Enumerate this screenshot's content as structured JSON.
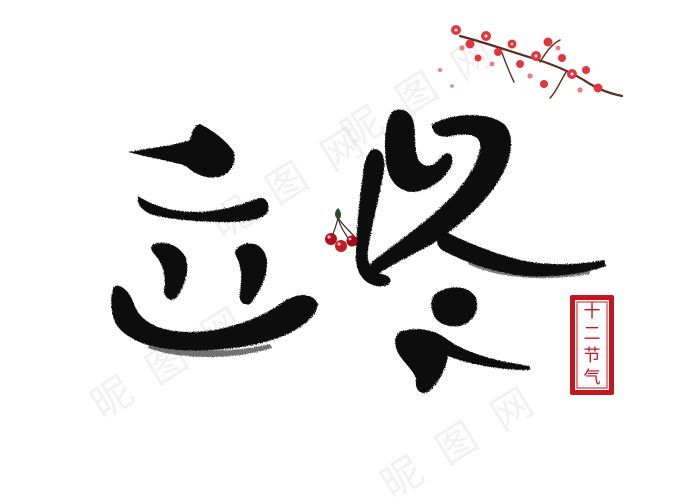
{
  "artwork": {
    "calligraphy_title": "立冬",
    "seal_characters": [
      "十",
      "二",
      "节",
      "气"
    ],
    "watermark_text": "昵图网"
  },
  "colors": {
    "ink": "#0d0d0d",
    "seal_red": "#c4161c",
    "blossom_red": "#e0373f",
    "blossom_pink": "#f07a80",
    "berry_red": "#b0101a",
    "branch_brown": "#5b2e22",
    "background": "#ffffff"
  }
}
